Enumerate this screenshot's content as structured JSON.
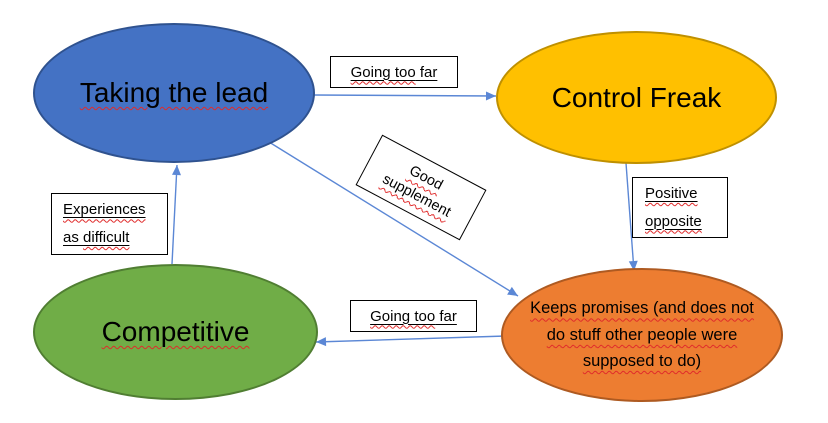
{
  "diagram": {
    "type": "concept-map",
    "background": "#FFFFFF"
  },
  "nodes": {
    "taking_the_lead": {
      "label": "Taking the lead",
      "fill": "#4472C4",
      "border": "#2F528F",
      "shape": "ellipse"
    },
    "control_freak": {
      "label": "Control Freak",
      "fill": "#FFC000",
      "border": "#BF9000",
      "shape": "ellipse"
    },
    "competitive": {
      "label": "Competitive",
      "fill": "#70AD47",
      "border": "#507E32",
      "shape": "ellipse"
    },
    "keeps_promises": {
      "label": "Keeps promises (and does not do stuff other people were supposed to do)",
      "lines": [
        "Keeps promises (and does not",
        "do stuff other people were",
        "supposed to do)"
      ],
      "fill": "#ED7D31",
      "border": "#AE5A21",
      "shape": "ellipse"
    }
  },
  "edge_labels": {
    "going_too_far_top": {
      "wavy_part": "Going too",
      "plain_part": " far"
    },
    "positive_opposite": {
      "line1": "Positive",
      "line2": "opposite"
    },
    "good_supplement": {
      "line1": "Good",
      "line2": "supplement"
    },
    "experiences": {
      "line1": "Experiences",
      "line2_plain": "as ",
      "line2_wavy": "difficult"
    },
    "going_too_far_bottom": {
      "wavy_part": "Going too",
      "plain_part": " far"
    }
  },
  "edges": [
    {
      "from": "Taking the lead",
      "to": "Control Freak",
      "label": "Going too far"
    },
    {
      "from": "Control Freak",
      "to": "Keeps promises",
      "label": "Positive opposite"
    },
    {
      "from": "Taking the lead",
      "to": "Keeps promises",
      "label": "Good supplement"
    },
    {
      "from": "Keeps promises",
      "to": "Competitive",
      "label": "Going too far"
    },
    {
      "from": "Competitive",
      "to": "Taking the lead",
      "label": "Experiences as difficult"
    }
  ],
  "colors": {
    "arrow": "#5B87D5",
    "label_box_border": "#000000",
    "text": "#000000",
    "spellcheck_red": "#E02B2B",
    "background": "#FFFFFF"
  }
}
